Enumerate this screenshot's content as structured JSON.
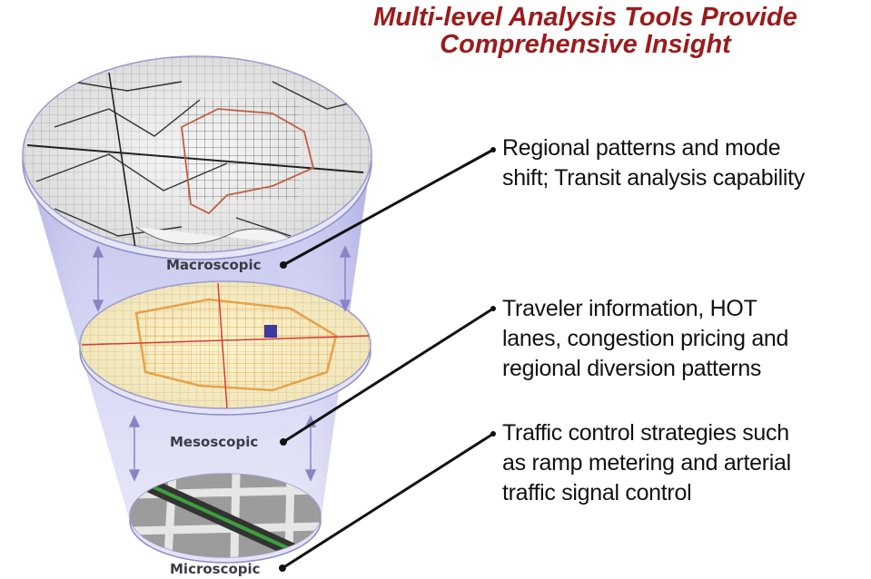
{
  "title": {
    "line1": "Multi-level Analysis Tools Provide",
    "line2": "Comprehensive Insight"
  },
  "levels": [
    {
      "label": "Macroscopic",
      "description": [
        "Regional patterns and mode",
        "shift; Transit analysis capability"
      ]
    },
    {
      "label": "Mesoscopic",
      "description": [
        "Traveler information, HOT",
        "lanes, congestion pricing and",
        "regional diversion patterns"
      ]
    },
    {
      "label": "Microscopic",
      "description": [
        "Traffic control strategies such",
        "as ramp metering and arterial",
        "traffic signal control"
      ]
    }
  ],
  "colors": {
    "title": "#9b1b1b",
    "funnel": "#c4c4ec",
    "arrow": "#8a84c4",
    "leader": "#111111"
  }
}
